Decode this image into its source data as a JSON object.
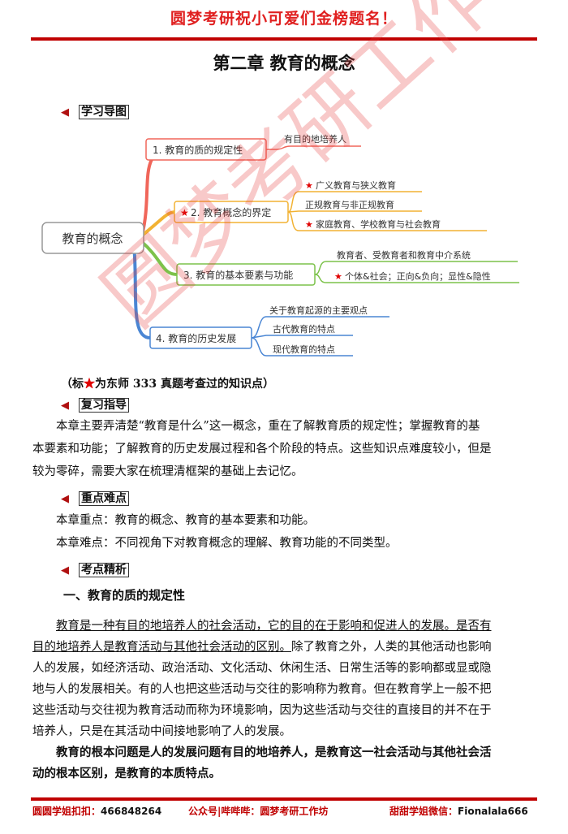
{
  "header": {
    "banner": "圆梦考研祝小可爱们金榜题名！",
    "title": "第二章  教育的概念"
  },
  "sections": {
    "map_label": "学习导图",
    "review_label": "复习指导",
    "key_label": "重点难点",
    "analysis_label": "考点精析"
  },
  "mindmap": {
    "root": "教育的概念",
    "branches": [
      {
        "label": "1. 教育的质的规定性",
        "color": "#f0665a",
        "starred": false,
        "leaves": [
          {
            "text": "有目的地培养人",
            "starred": false
          }
        ]
      },
      {
        "label": "2. 教育概念的界定",
        "color": "#f2b233",
        "starred": true,
        "leaves": [
          {
            "text": "广义教育与狭义教育",
            "starred": true
          },
          {
            "text": "正规教育与非正规教育",
            "starred": false
          },
          {
            "text": "家庭教育、学校教育与社会教育",
            "starred": true
          }
        ]
      },
      {
        "label": "3. 教育的基本要素与功能",
        "color": "#7cc24a",
        "starred": false,
        "leaves": [
          {
            "text": "教育者、受教育者和教育中介系统",
            "starred": false
          },
          {
            "text": "个体&社会；正向&负向；显性&隐性",
            "starred": true
          }
        ]
      },
      {
        "label": "4. 教育的历史发展",
        "color": "#4a86d4",
        "starred": false,
        "leaves": [
          {
            "text": "关于教育起源的主要观点",
            "starred": false
          },
          {
            "text": "古代教育的特点",
            "starred": false
          },
          {
            "text": "现代教育的特点",
            "starred": false
          }
        ]
      }
    ]
  },
  "note": {
    "open": "（标",
    "star": "★",
    "rest": "为东师 333 真题考查过的知识点）"
  },
  "review": {
    "lines": [
      "本章主要弄清楚“教育是什么”这一概念，重在了解教育质的规定性；掌握教育的基",
      "本要素和功能；了解教育的历史发展过程和各个阶段的特点。这些知识点难度较小，但是",
      "较为零碎，需要大家在梳理清框架的基础上去记忆。"
    ]
  },
  "key": {
    "focus": "本章重点：教育的概念、教育的基本要素和功能。",
    "difficulty": "本章难点：不同视角下对教育概念的理解、教育功能的不同类型。"
  },
  "analysis": {
    "heading": "一、教育的质的规定性",
    "line1": "教育是一种有目的地培养人的社会活动，它的目的在于影响和促进人的发展。是否有",
    "line2_u": "目的地培养人是教育活动与其他社会活动的区别。",
    "line2_rest": "除了教育之外，人类的其他活动也影响",
    "lines": [
      "人的发展，如经济活动、政治活动、文化活动、休闲生活、日常生活等的影响都或显或隐",
      "地与人的发展相关。有的人也把这些活动与交往的影响称为教育。但在教育学上一般不把",
      "这些活动与交往视为教育活动而称为环境影响，因为这些活动与交往的直接目的并不在于",
      "培养人，只是在其活动中间接地影响了人的发展。"
    ],
    "bold1": "教育的根本问题是人的发展问题有目的地培养人，是教育这一社会活动与其他社会活",
    "bold2": "动的根本区别，是教育的本质特点。"
  },
  "watermark": "圆梦考研工作坊",
  "footer": {
    "qq_label": "圆圆学姐扣扣：",
    "qq": "466848264",
    "wechat": "公众号|哔哔哔：圆梦考研工作坊",
    "tian_label": "甜甜学姐微信：",
    "tian": "Fionalala666"
  },
  "colors": {
    "accent": "#c00000",
    "star": "#e00000"
  }
}
